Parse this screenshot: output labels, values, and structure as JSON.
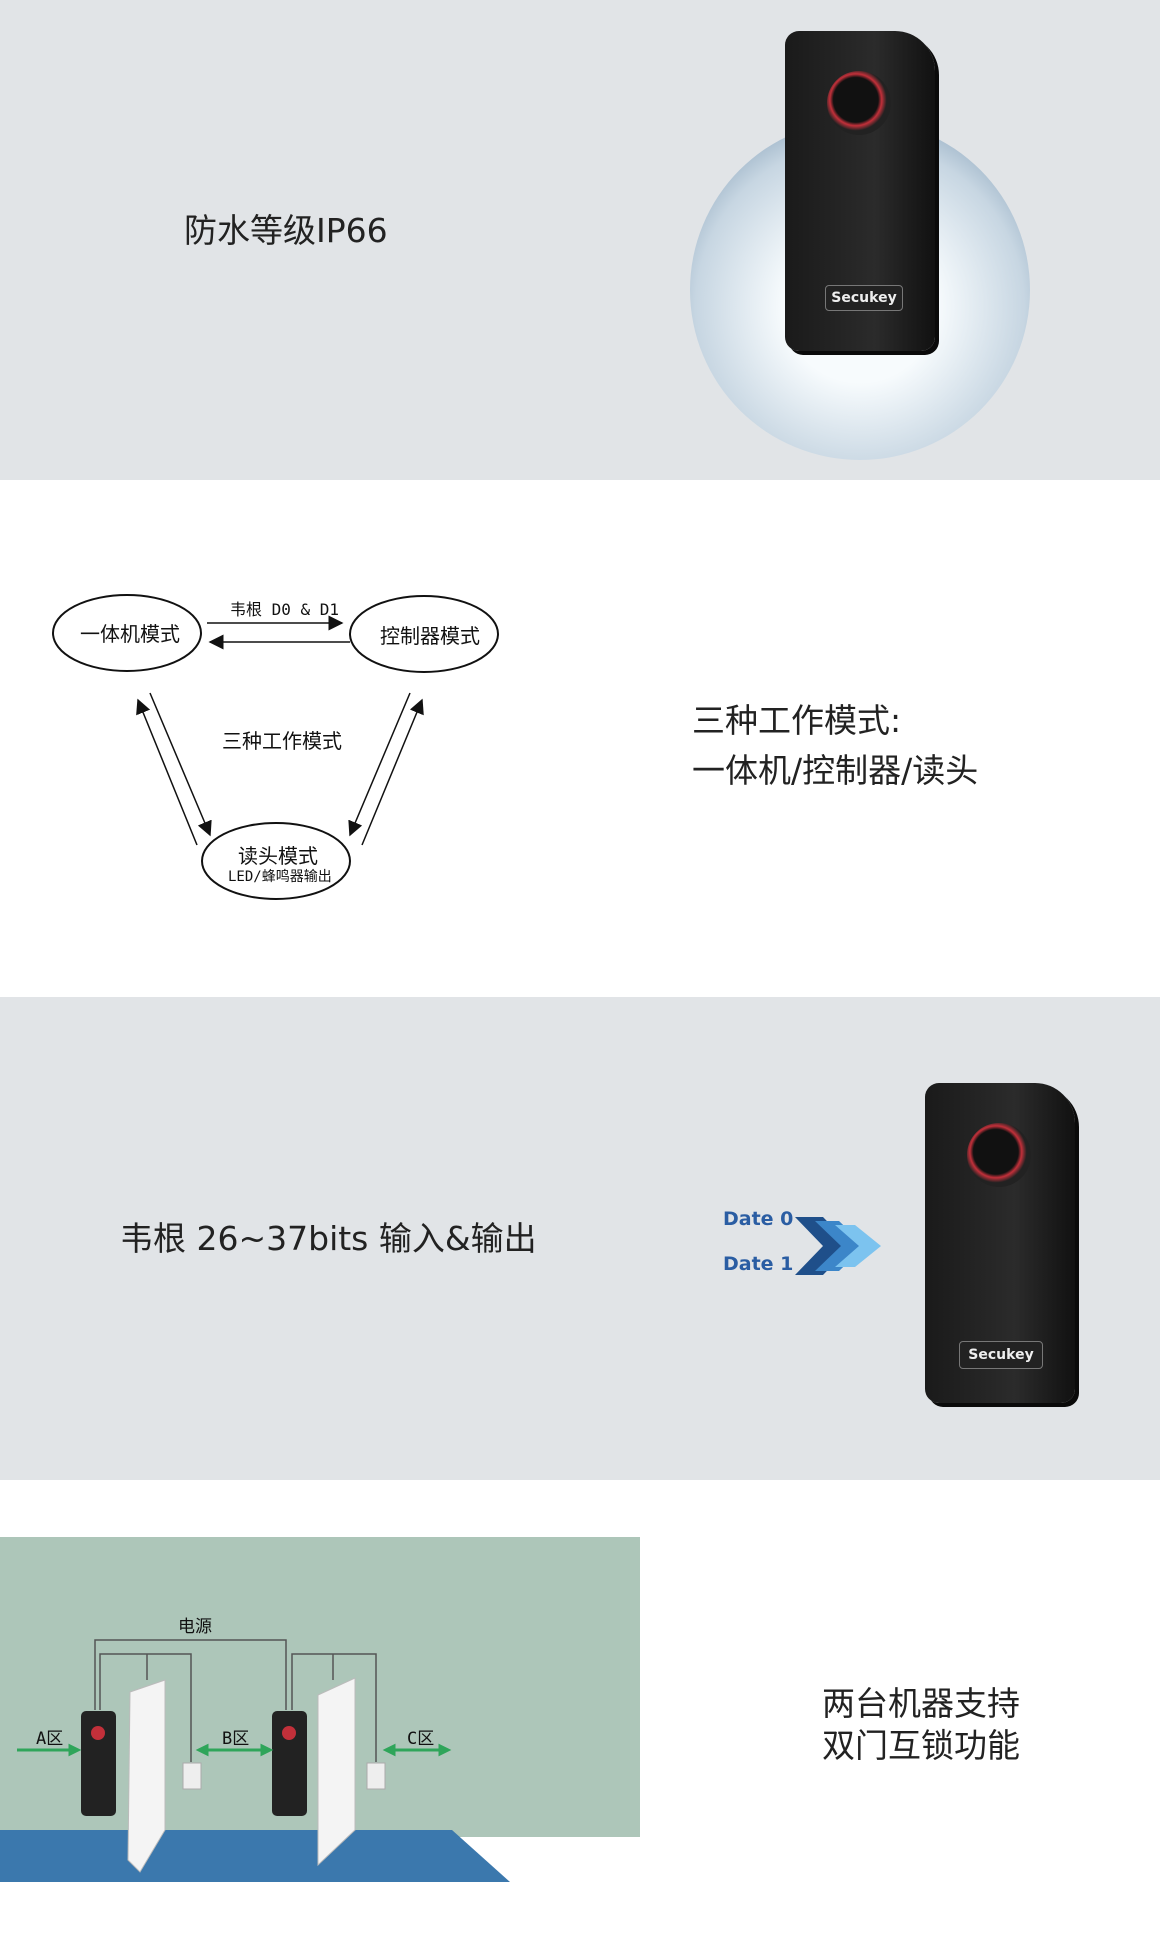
{
  "sec1": {
    "title": "防水等级IP66",
    "brand": "Secukey"
  },
  "sec2": {
    "mode1": "一体机模式",
    "mode2": "控制器模式",
    "mode3": "读头模式",
    "mode3_sub": "LED/蜂鸣器输出",
    "arrow_label": "韦根 D0 & D1",
    "center": "三种工作模式",
    "line1": "三种工作模式:",
    "line2": "一体机/控制器/读头"
  },
  "sec3": {
    "title": "韦根  26~37bits 输入&输出",
    "date0": "Date 0",
    "date1": "Date 1",
    "brand": "Secukey"
  },
  "sec4": {
    "power": "电源",
    "zone_a": "A区",
    "zone_b": "B区",
    "zone_c": "C区",
    "line1": "两台机器支持",
    "line2": "双门互锁功能"
  }
}
